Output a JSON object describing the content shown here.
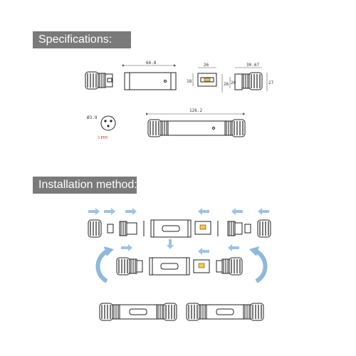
{
  "sections": {
    "specifications": {
      "title": "Specifications:"
    },
    "installation": {
      "title": "Installation method:"
    }
  },
  "dimensions": {
    "body_length": "66.8",
    "cap_width": "26",
    "cap_height": "18",
    "end_height_a": "26",
    "end_height_b": "20",
    "end_width": "30.67",
    "end_outer_height": "27",
    "total_length": "126.2",
    "cable_diameter": "Ø3.9",
    "pin_label": "3 PIN"
  },
  "colors": {
    "banner": "#7a7a7a",
    "arrow": "#9dc3e6",
    "rotate_arrow": "#8fb8dc",
    "pin_text": "#cc2222"
  }
}
